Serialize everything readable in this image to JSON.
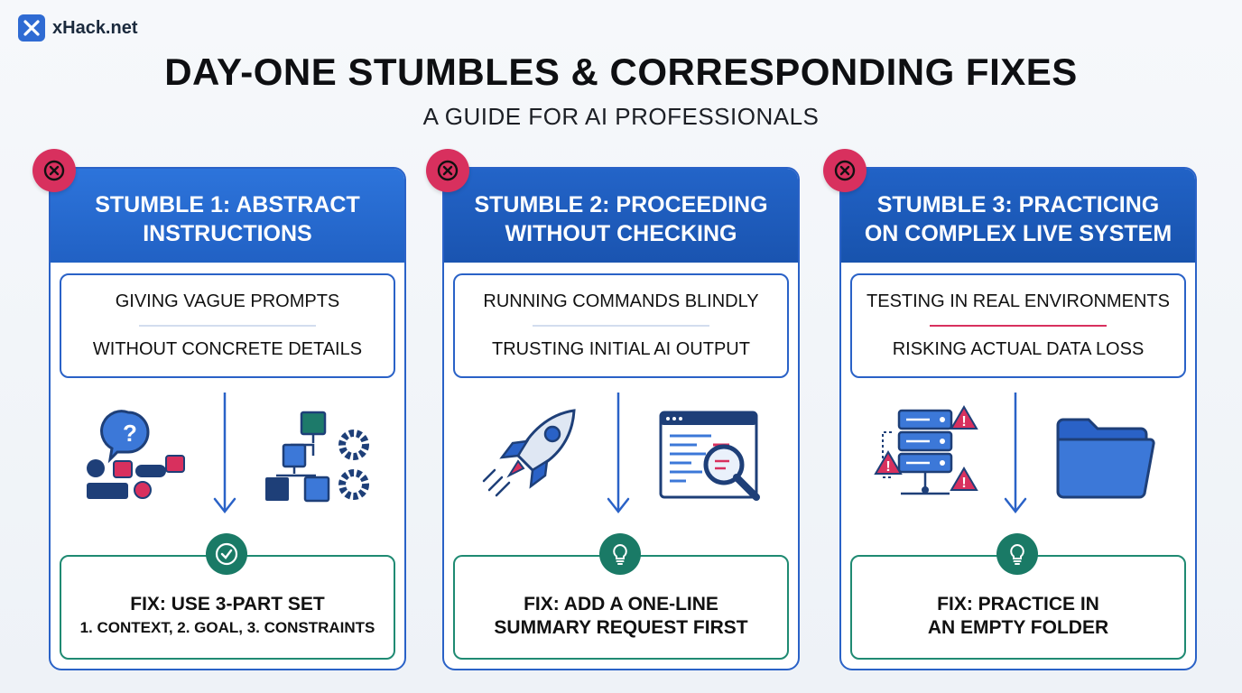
{
  "brand": {
    "name": "xHack.net"
  },
  "header": {
    "title": "DAY-ONE STUMBLES & CORRESPONDING FIXES",
    "subtitle": "A GUIDE FOR AI PROFESSIONALS"
  },
  "colors": {
    "primary_blue": "#2a62c7",
    "alert_pink": "#d8305e",
    "fix_green": "#1a7a66",
    "navy": "#1e3f78",
    "teal": "#1d7a6a"
  },
  "cards": [
    {
      "title_line1": "STUMBLE 1: ABSTRACT",
      "title_line2": "INSTRUCTIONS",
      "problem_line1": "GIVING VAGUE PROMPTS",
      "problem_line2": "WITHOUT CONCRETE DETAILS",
      "icon_left": "question-blocks-icon",
      "icon_right": "flowchart-gears-icon",
      "fix_icon": "check-icon",
      "fix_title": "FIX: USE 3-PART SET",
      "fix_detail": "1. CONTEXT, 2. GOAL, 3. CONSTRAINTS"
    },
    {
      "title_line1": "STUMBLE 2: PROCEEDING",
      "title_line2": "WITHOUT CHECKING",
      "problem_line1": "RUNNING COMMANDS BLINDLY",
      "problem_line2": "TRUSTING INITIAL AI OUTPUT",
      "icon_left": "rocket-icon",
      "icon_right": "code-magnifier-icon",
      "fix_icon": "lightbulb-icon",
      "fix_title_line1": "FIX: ADD A ONE-LINE",
      "fix_title_line2": "SUMMARY REQUEST FIRST"
    },
    {
      "title_line1": "STUMBLE 3: PRACTICING",
      "title_line2": "ON COMPLEX LIVE SYSTEM",
      "problem_line1": "TESTING IN REAL ENVIRONMENTS",
      "problem_line2": "RISKING ACTUAL DATA LOSS",
      "icon_left": "server-warning-icon",
      "icon_right": "folder-icon",
      "fix_icon": "lightbulb-icon",
      "fix_title_line1": "FIX: PRACTICE IN",
      "fix_title_line2": "AN EMPTY FOLDER"
    }
  ]
}
